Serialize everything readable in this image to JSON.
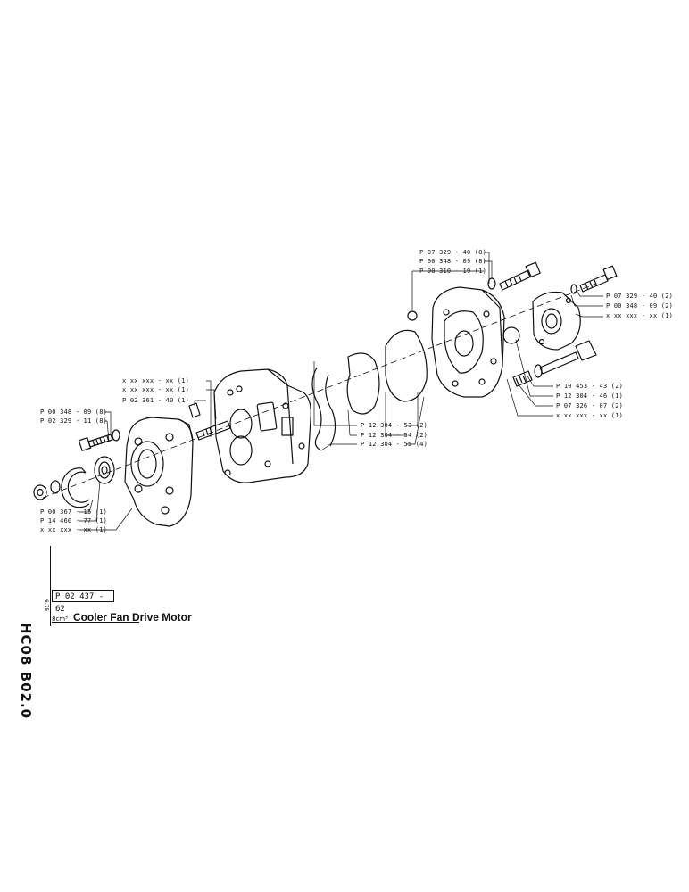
{
  "document": {
    "code": "HC08  B02.0",
    "code_suffix": "6.75",
    "part_number": "P 02  437 - 62",
    "displacement": "8cm³",
    "title": "Cooler Fan Drive Motor"
  },
  "callouts": [
    {
      "id": "c1",
      "text": "P 07 329 - 40 (8)"
    },
    {
      "id": "c2",
      "text": "P 00 348 - 09 (8)"
    },
    {
      "id": "c3",
      "text": "P 00 310 - 19 (1)"
    },
    {
      "id": "c4",
      "text": "P 07 329 - 40 (2)"
    },
    {
      "id": "c5",
      "text": "P 00 348 - 09 (2)"
    },
    {
      "id": "c6",
      "text": "x xx xxx - xx (1)"
    },
    {
      "id": "c7",
      "text": "x xx xxx - xx (1)"
    },
    {
      "id": "c8",
      "text": "x xx xxx - xx (1)"
    },
    {
      "id": "c9",
      "text": "P 02 361 - 40 (1)"
    },
    {
      "id": "c10",
      "text": "P 00 348 - 09 (8)"
    },
    {
      "id": "c11",
      "text": "P 02 329 - 11 (8)"
    },
    {
      "id": "c12",
      "text": "P 12 304 - 53 (2)"
    },
    {
      "id": "c13",
      "text": "P 12 304 - 54 (2)"
    },
    {
      "id": "c14",
      "text": "P 12 304 - 55 (4)"
    },
    {
      "id": "c15",
      "text": "P 10 453 - 43 (2)"
    },
    {
      "id": "c16",
      "text": "P 12 304 - 46 (1)"
    },
    {
      "id": "c17",
      "text": "P 07 326 - 07 (2)"
    },
    {
      "id": "c18",
      "text": "x xx xxx - xx (1)"
    },
    {
      "id": "c19",
      "text": "P 00 367 - 15 (1)"
    },
    {
      "id": "c20",
      "text": "P 14 460 - 77 (1)"
    },
    {
      "id": "c21",
      "text": "x xx xxx - xx (1)"
    }
  ]
}
